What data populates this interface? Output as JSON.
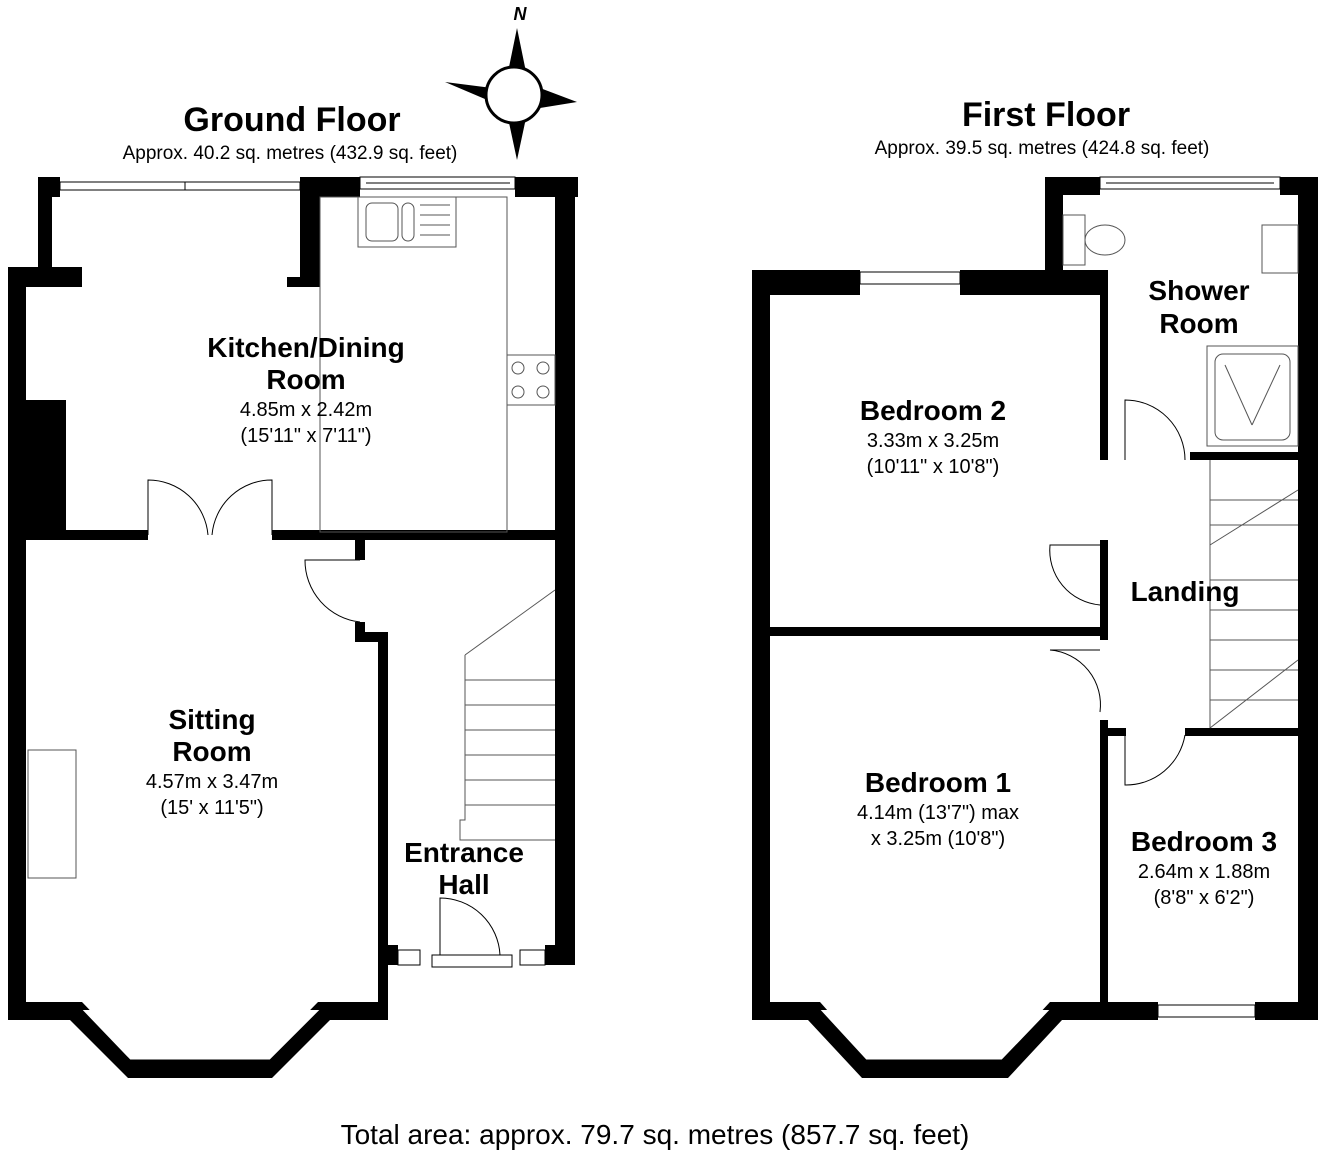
{
  "compass": {
    "label": "N"
  },
  "ground_floor": {
    "title": "Ground Floor",
    "area": "Approx. 40.2 sq. metres (432.9 sq. feet)",
    "rooms": [
      {
        "name_lines": [
          "Kitchen/Dining",
          "Room"
        ],
        "dims": [
          "4.85m x 2.42m",
          "(15'11\" x 7'11\")"
        ]
      },
      {
        "name_lines": [
          "Sitting",
          "Room"
        ],
        "dims": [
          "4.57m x 3.47m",
          "(15' x 11'5\")"
        ]
      },
      {
        "name_lines": [
          "Entrance",
          "Hall"
        ],
        "dims": []
      }
    ]
  },
  "first_floor": {
    "title": "First Floor",
    "area": "Approx. 39.5 sq. metres (424.8 sq. feet)",
    "rooms": [
      {
        "name_lines": [
          "Shower",
          "Room"
        ],
        "dims": []
      },
      {
        "name_lines": [
          "Bedroom 2"
        ],
        "dims": [
          "3.33m x 3.25m",
          "(10'11\" x 10'8\")"
        ]
      },
      {
        "name_lines": [
          "Landing"
        ],
        "dims": []
      },
      {
        "name_lines": [
          "Bedroom 1"
        ],
        "dims": [
          "4.14m (13'7\") max",
          "x 3.25m (10'8\")"
        ]
      },
      {
        "name_lines": [
          "Bedroom 3"
        ],
        "dims": [
          "2.64m x 1.88m",
          "(8'8\" x 6'2\")"
        ]
      }
    ]
  },
  "total_area": "Total area: approx. 79.7 sq. metres (857.7 sq. feet)"
}
